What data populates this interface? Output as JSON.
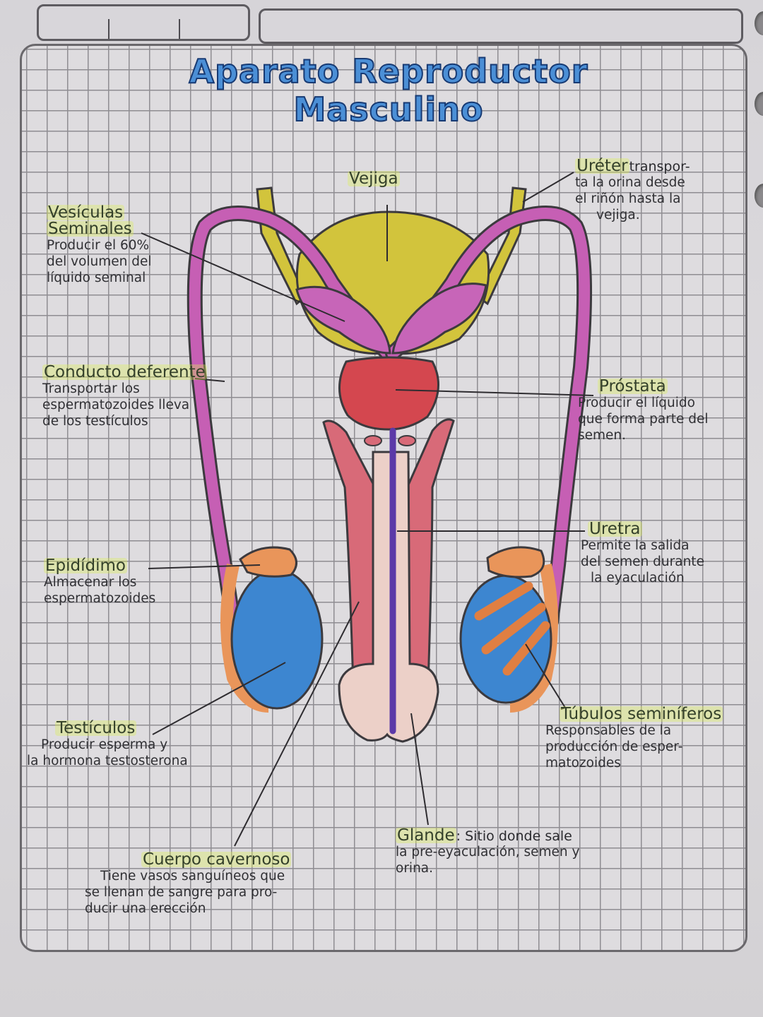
{
  "page": {
    "title": "Aparato Reproductor Masculino",
    "colors": {
      "title_fill": "#4b8fd6",
      "title_outline": "#173a73",
      "bladder": "#d2c43c",
      "vas_deferens": "#c65fb4",
      "seminal_vesicles": "#c765b8",
      "prostate": "#d4474f",
      "corpus_cavernosum": "#d86a78",
      "urethra": "#5b3aa8",
      "glans": "#ecd0c8",
      "testis": "#3d86d0",
      "epididymis": "#e9955a",
      "highlight": "#dcf050"
    }
  },
  "labels": {
    "vejiga": {
      "name": "Vejiga"
    },
    "ureter": {
      "name": "Uréter",
      "desc_lines": [
        "transpor-",
        "ta la orina desde",
        "el riñón hasta la",
        "vejiga."
      ]
    },
    "vesiculas": {
      "name_lines": [
        "Vesículas",
        "Seminales"
      ],
      "desc_lines": [
        "Producir el 60%",
        "del volumen del",
        "líquido seminal"
      ]
    },
    "conducto": {
      "name": "Conducto deferente",
      "desc_lines": [
        "Transportar los",
        "espermatozoides lleva",
        "de los testículos"
      ]
    },
    "prostata": {
      "name": "Próstata",
      "desc_lines": [
        "Producir el líquido",
        "que forma parte del",
        "semen."
      ]
    },
    "uretra": {
      "name": "Uretra",
      "desc_lines": [
        "Permite la salida",
        "del semen durante",
        "la eyaculación"
      ]
    },
    "epididimo": {
      "name": "Epidídimo",
      "desc_lines": [
        "Almacenar los",
        "espermatozoides"
      ]
    },
    "testiculos": {
      "name": "Testículos",
      "desc_lines": [
        "Producir esperma y",
        "la hormona testosterona"
      ]
    },
    "tubulos": {
      "name": "Túbulos seminíferos",
      "desc_lines": [
        "Responsables de la",
        "producción de esper-",
        "matozoides"
      ]
    },
    "cuerpo": {
      "name": "Cuerpo cavernoso",
      "desc_lines": [
        "Tiene vasos sanguíneos que",
        "se llenan de sangre para pro-",
        "ducir una erección"
      ]
    },
    "glande": {
      "name": "Glande",
      "desc_lines": [
        ": Sitio donde sale",
        "la pre-eyaculación, semen y",
        "orina."
      ]
    }
  }
}
